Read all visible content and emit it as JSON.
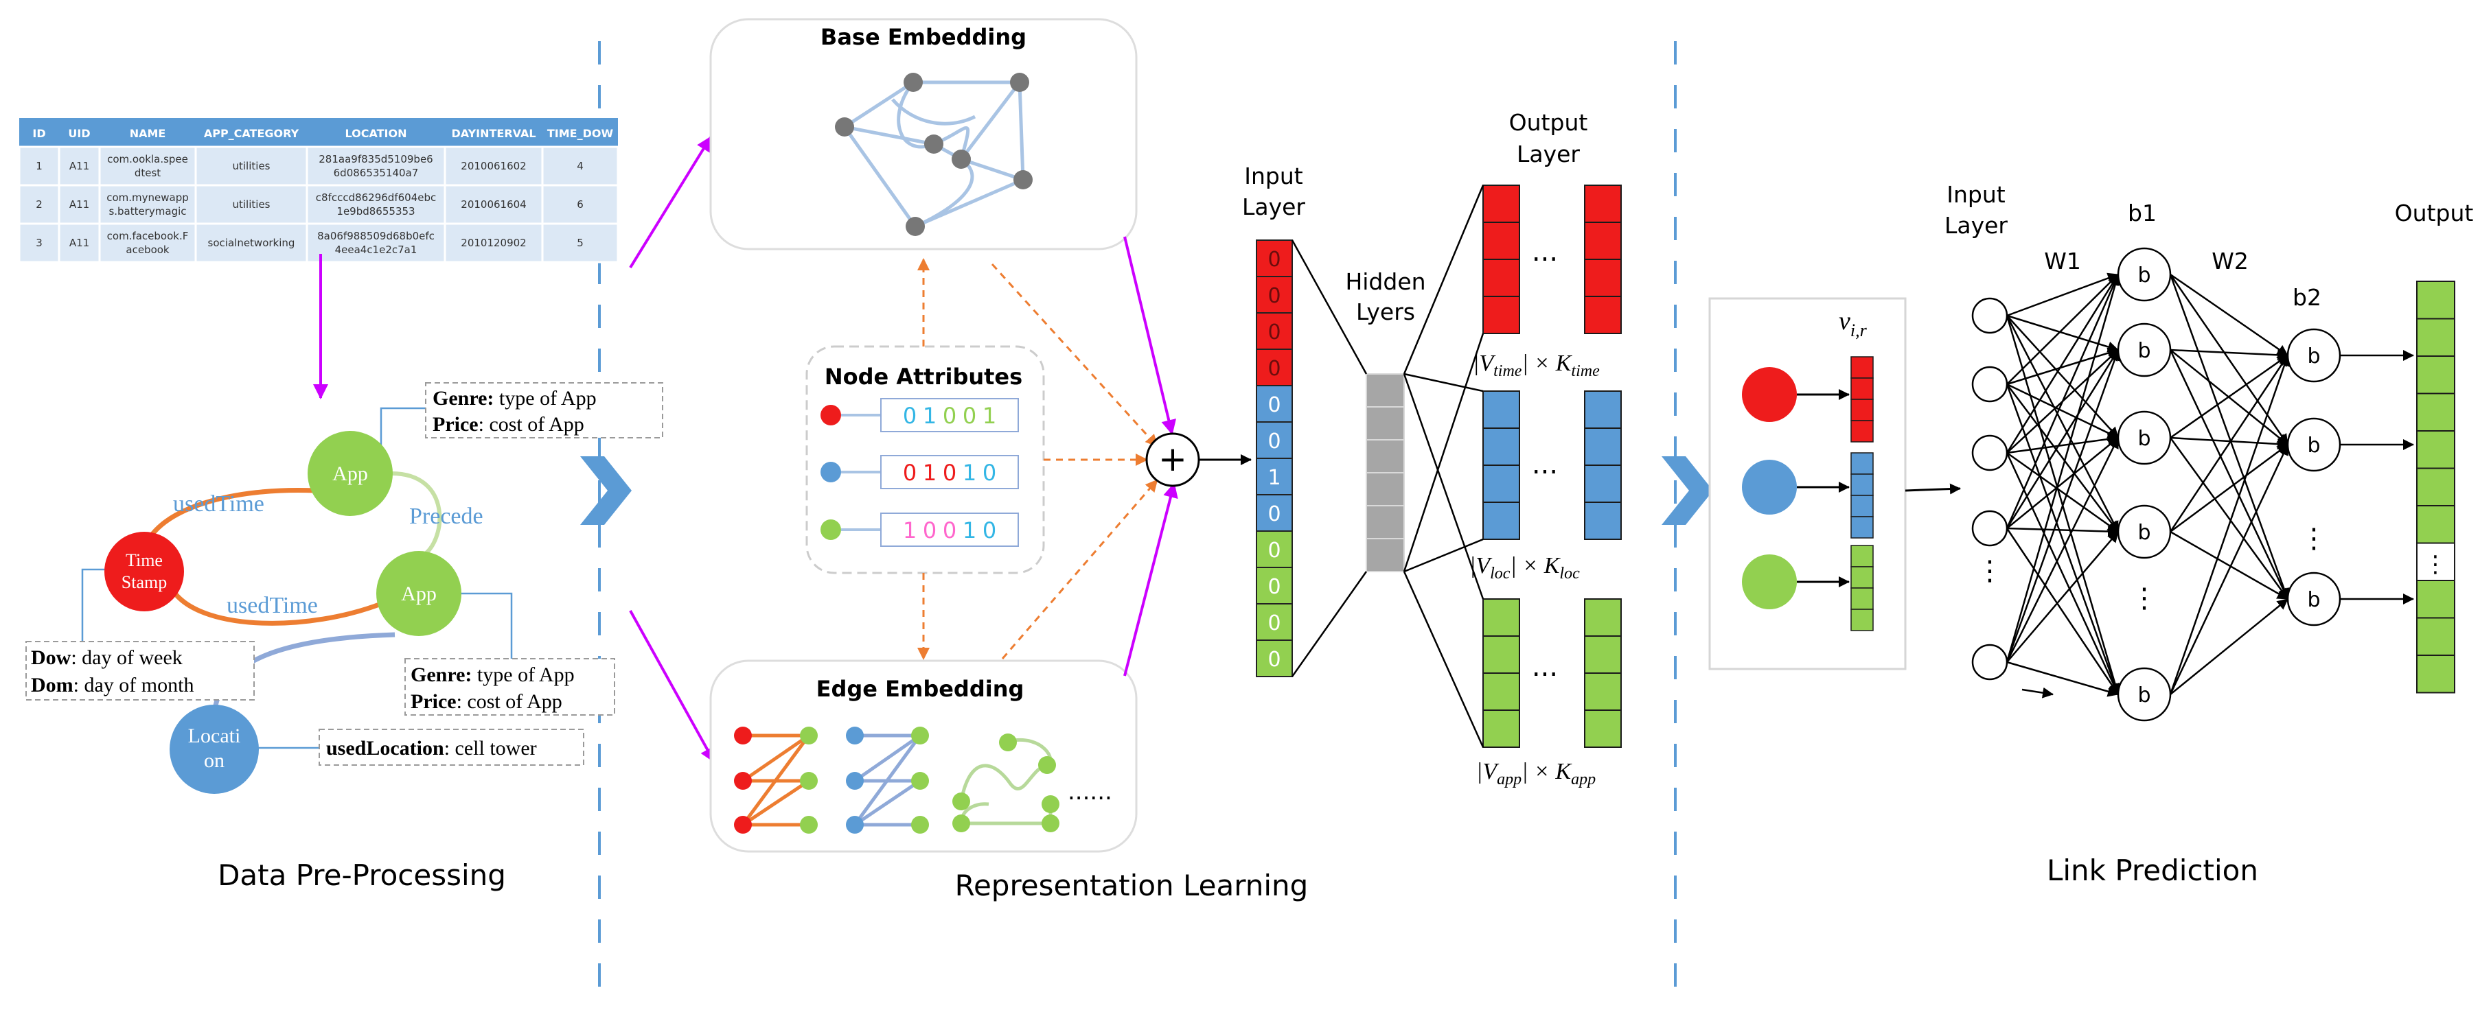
{
  "colors": {
    "red": "#ee1c1c",
    "blue": "#5b9bd5",
    "green": "#92d050",
    "orange": "#ed7d31",
    "purple": "#cc00ff",
    "table_header": "#5b9bd5",
    "table_row": "#dce8f5",
    "gray_node": "#777777",
    "edge_light": "#a9c4e4",
    "hidden_gray": "#a6a6a6"
  },
  "sections": {
    "left": "Data Pre-Processing",
    "middle": "Representation Learning",
    "right": "Link Prediction"
  },
  "table": {
    "headers": [
      "ID",
      "UID",
      "NAME",
      "APP_CATEGORY",
      "LOCATION",
      "DAYINTERVAL",
      "TIME_DOW"
    ],
    "rows": [
      {
        "id": "1",
        "uid": "A11",
        "name": [
          "com.ookla.spee",
          "dtest"
        ],
        "category": "utilities",
        "location": [
          "281aa9f835d5109be6",
          "6d086535140a7"
        ],
        "day": "2010061602",
        "dow": "4"
      },
      {
        "id": "2",
        "uid": "A11",
        "name": [
          "com.mynewapp",
          "s.batterymagic"
        ],
        "category": "utilities",
        "location": [
          "c8fcccd86296df604ebc",
          "1e9bd8655353"
        ],
        "day": "2010061604",
        "dow": "6"
      },
      {
        "id": "3",
        "uid": "A11",
        "name": [
          "com.facebook.F",
          "acebook"
        ],
        "category": "socialnetworking",
        "location": [
          "8a06f988509d68b0efc",
          "4eea4c1e2c7a1"
        ],
        "day": "2010120902",
        "dow": "5"
      }
    ]
  },
  "graph": {
    "app_top": "App",
    "app_mid": "App",
    "timestamp": [
      "Time",
      "Stamp"
    ],
    "location": [
      "Locati",
      "on"
    ],
    "edge_used_time_1": "usedTime",
    "edge_used_time_2": "usedTime",
    "edge_precede": "Precede",
    "attr_top": {
      "genre_key": "Genre:",
      "genre_val": " type of App",
      "price_key": "Price",
      "price_val": ": cost of App"
    },
    "attr_mid": {
      "genre_key": "Genre:",
      "genre_val": " type of App",
      "price_key": "Price",
      "price_val": ": cost of App"
    },
    "attr_time": {
      "dow_key": "Dow",
      "dow_val": ": day of week",
      "dom_key": "Dom",
      "dom_val": ": day of month"
    },
    "attr_loc": {
      "key": "usedLocation",
      "val": ": cell tower"
    }
  },
  "representation": {
    "base_title": "Base Embedding",
    "attr_title": "Node Attributes",
    "attr_codes": [
      {
        "digits": [
          "0",
          "1",
          "0",
          "0",
          "1"
        ],
        "colors": [
          "#33b6e5",
          "#33b6e5",
          "#92d050",
          "#92d050",
          "#92d050"
        ]
      },
      {
        "digits": [
          "0",
          "1",
          "0",
          "1",
          "0"
        ],
        "colors": [
          "#ee1c1c",
          "#ee1c1c",
          "#ee1c1c",
          "#33b6e5",
          "#33b6e5"
        ]
      },
      {
        "digits": [
          "1",
          "0",
          "0",
          "1",
          "0"
        ],
        "colors": [
          "#ff66cc",
          "#ff66cc",
          "#ff66cc",
          "#33b6e5",
          "#33b6e5"
        ]
      }
    ],
    "edge_title": "Edge Embedding",
    "edge_dots": "......",
    "plus": "+"
  },
  "network": {
    "input_label": [
      "Input",
      "Layer"
    ],
    "input_values": [
      "0",
      "0",
      "0",
      "0",
      "0",
      "0",
      "1",
      "0",
      "0",
      "0",
      "0",
      "0"
    ],
    "hidden_label": [
      "Hidden",
      "Lyers"
    ],
    "output_label": [
      "Output",
      "Layer"
    ],
    "dots": "...",
    "formulas": [
      {
        "base": "|V",
        "sub": "time",
        "mid": "| × K",
        "sub2": "time"
      },
      {
        "base": "|V",
        "sub": "loc",
        "mid": "| × K",
        "sub2": "loc"
      },
      {
        "base": "|V",
        "sub": "app",
        "mid": "| × K",
        "sub2": "app"
      }
    ]
  },
  "link_prediction": {
    "vector_label": "v",
    "vector_sub": "i,r",
    "input_label": [
      "Input",
      "Layer"
    ],
    "w1": "W1",
    "w2": "W2",
    "b1": "b1",
    "b2": "b2",
    "output": "Output",
    "node_b": "b",
    "vdots": "⋮"
  }
}
